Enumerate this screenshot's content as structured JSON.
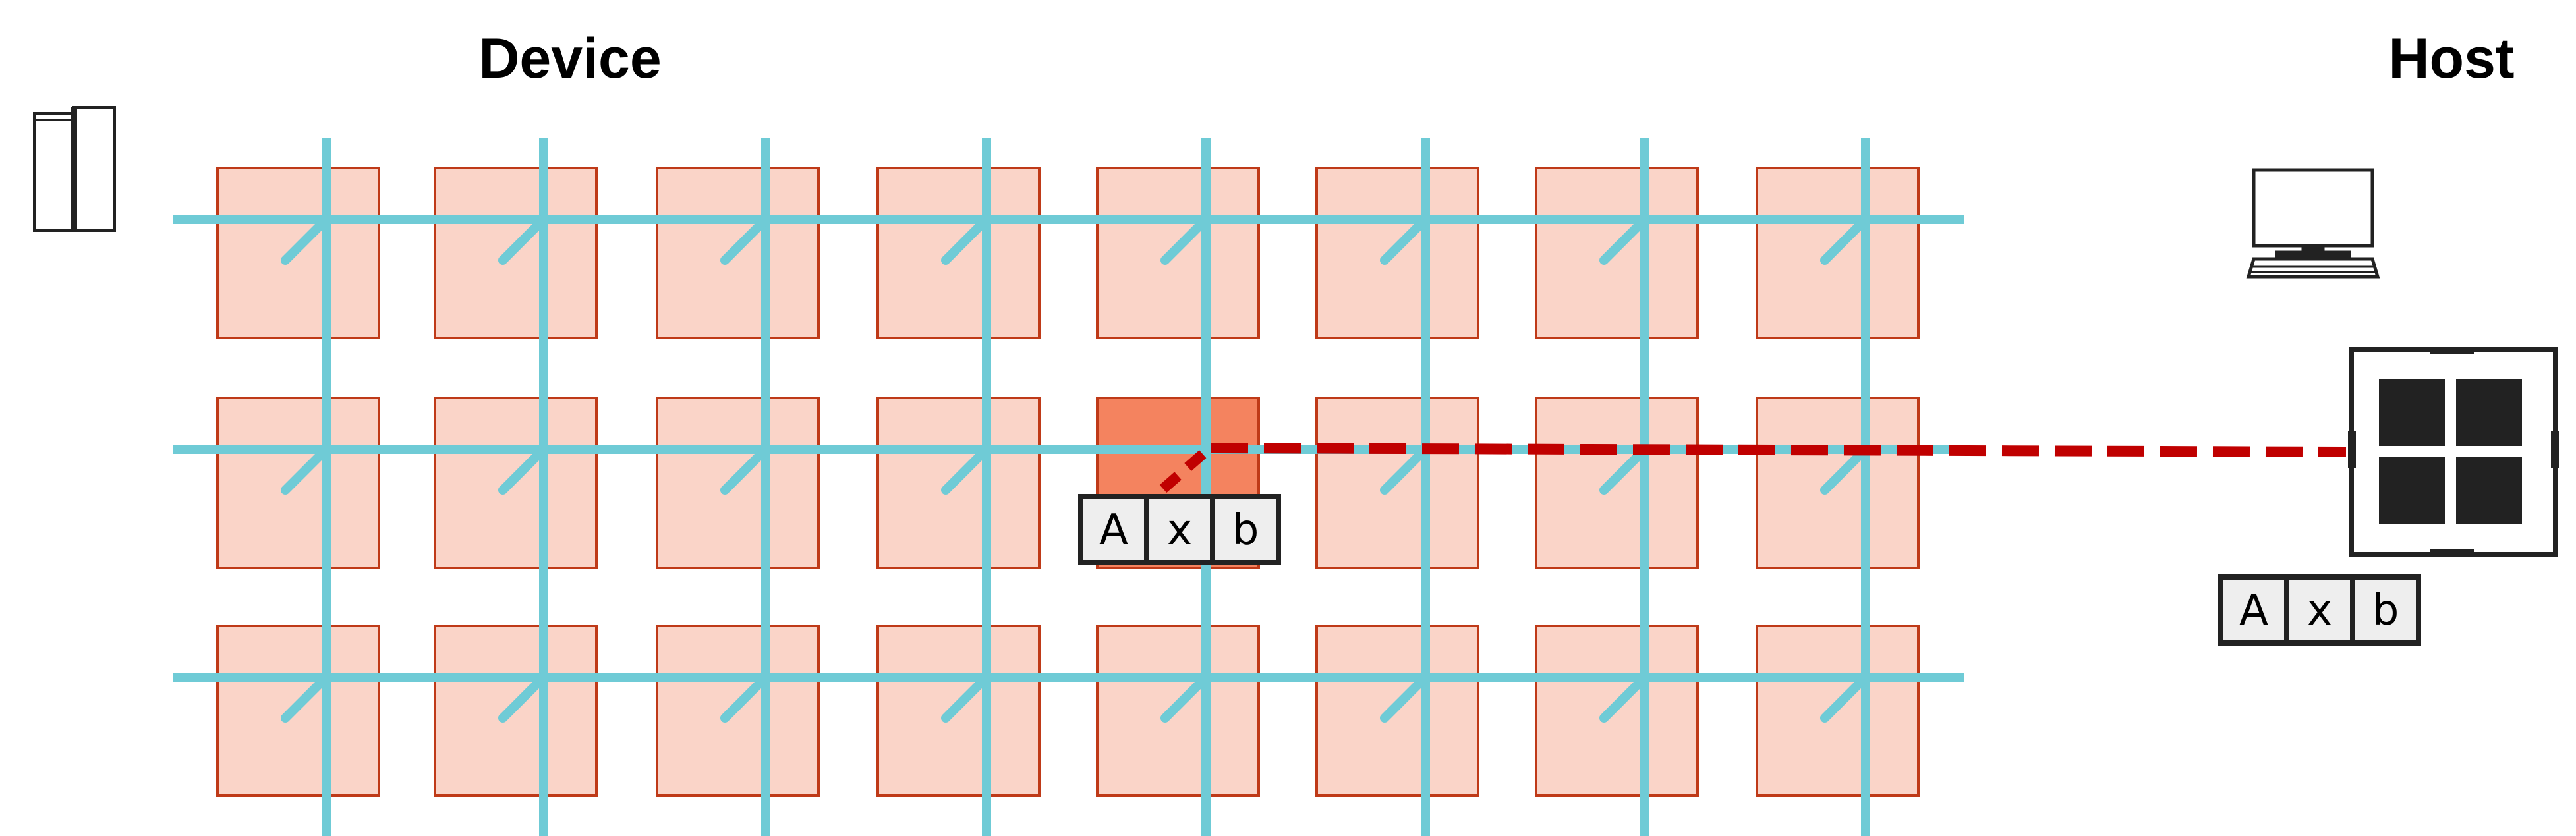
{
  "labels": {
    "device": "Device",
    "host": "Host"
  },
  "grid": {
    "rows": 3,
    "cols": 8,
    "highlight": {
      "row": 1,
      "col": 4
    }
  },
  "vector_block": {
    "cells": [
      "A",
      "x",
      "b"
    ]
  },
  "icons": {
    "device_side": "server-rack-icon",
    "host_computer": "desktop-computer-icon",
    "host_chip": "processor-chip-icon"
  },
  "colors": {
    "pe_fill": "#fad4c8",
    "pe_stroke": "#bf3a18",
    "pe_highlight_fill": "#f4835f",
    "interconnect": "#6fcbd6",
    "path": "#c00000",
    "vector_cell_fill": "#eeeeee",
    "outline": "#222222"
  }
}
